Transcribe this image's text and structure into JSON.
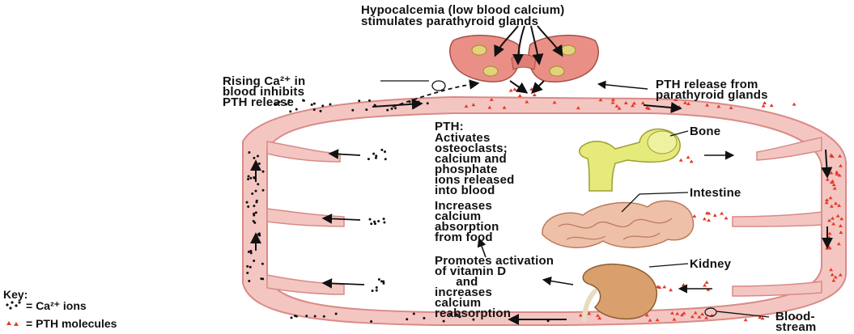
{
  "title_line1": "Hypocalcemia (low blood calcium)",
  "title_line2": "stimulates parathyroid glands",
  "feedback_label": "Rising Ca²⁺ in\nblood inhibits\nPTH release",
  "pth_release_label": "PTH release from\nparathyroid glands",
  "pth_heading": "PTH:",
  "effect_bone": "Activates\nosteoclasts;\ncalcium and\nphosphate\nions released\ninto blood",
  "effect_intestine": "Increases\ncalcium\nabsorption\nfrom food",
  "effect_kidney": "Promotes activation\nof vitamin D\n      and\nincreases\ncalcium\nreabsorption",
  "organ_bone": "Bone",
  "organ_intestine": "Intestine",
  "organ_kidney": "Kidney",
  "bloodstream_label": "Blood-\nstream",
  "key": {
    "title": "Key:",
    "calcium": "= Ca²⁺ ions",
    "pth": "= PTH molecules"
  },
  "colors": {
    "vessel": "#f4c6c2",
    "vessel_edge": "#d98a86",
    "pth_molecule": "#e53a2a",
    "ca_ion": "#111111",
    "bone": "#e6ea7a",
    "gland": "#e98f86",
    "kidney": "#d9a06e",
    "intestine": "#efc0a8"
  }
}
